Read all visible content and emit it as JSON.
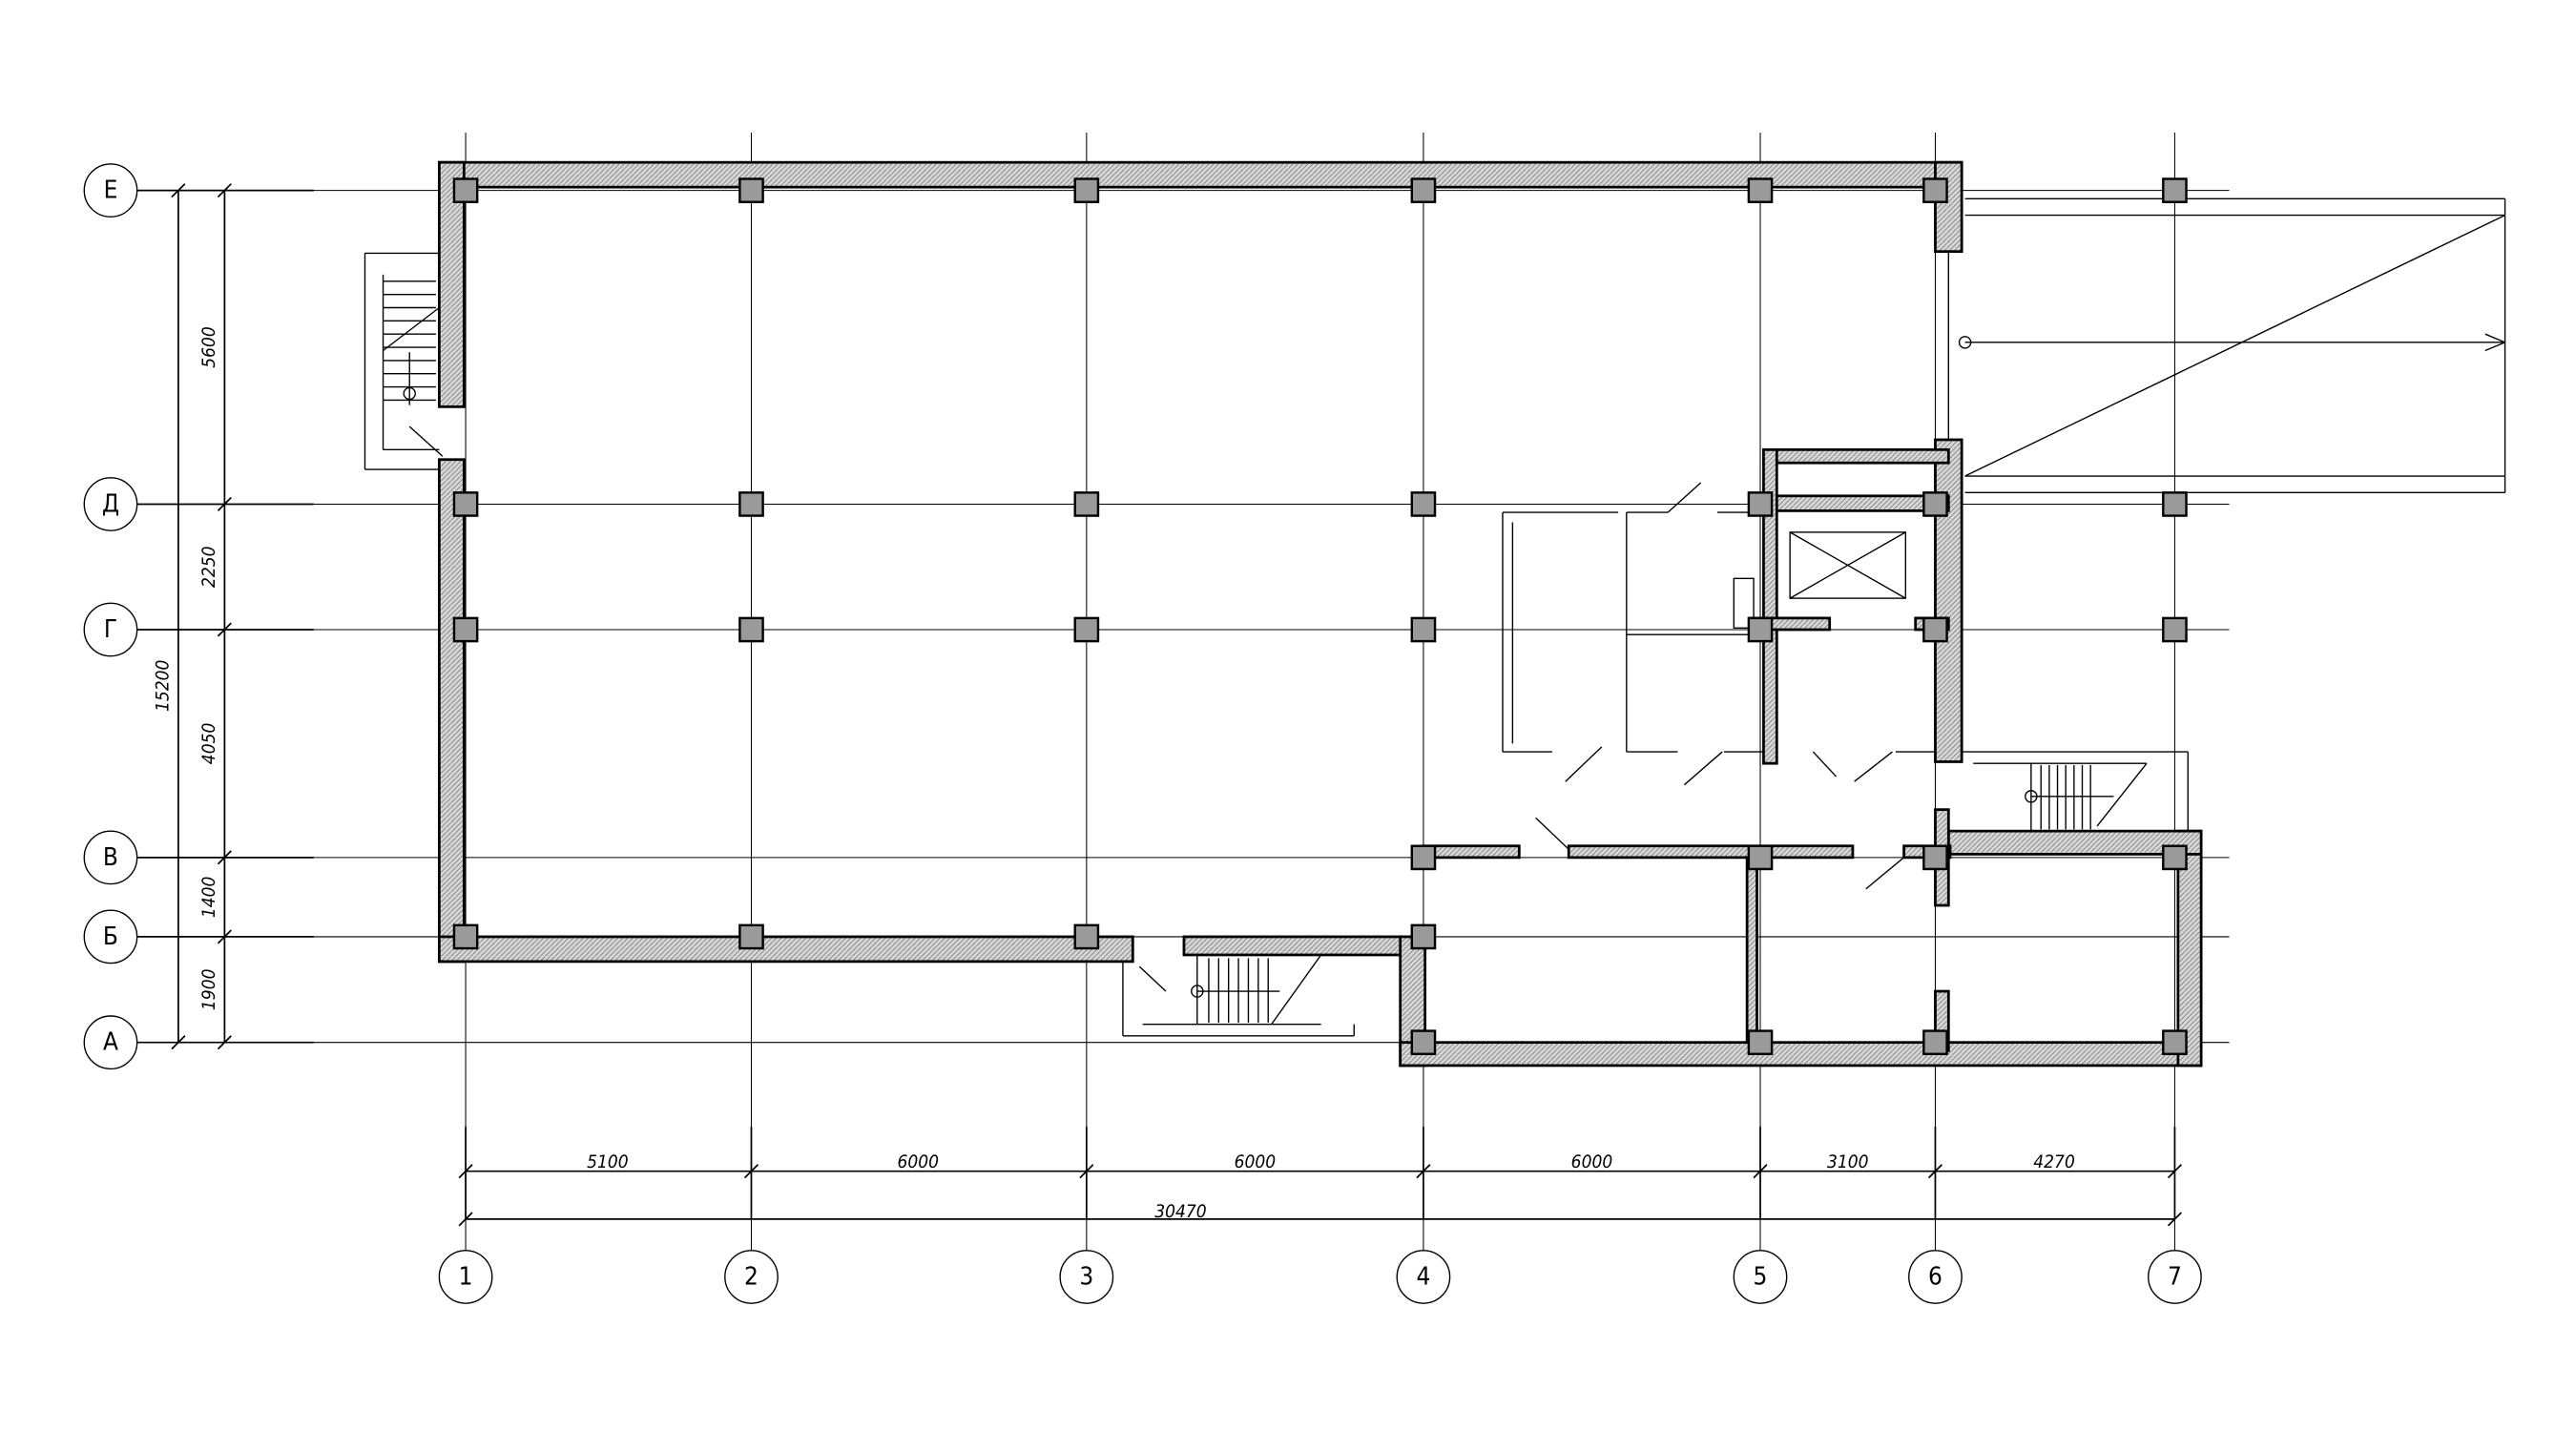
{
  "plan": {
    "row_axes": [
      {
        "label": "Е"
      },
      {
        "label": "Д"
      },
      {
        "label": "Г"
      },
      {
        "label": "В"
      },
      {
        "label": "Б"
      },
      {
        "label": "А"
      }
    ],
    "column_axes": [
      {
        "label": "1"
      },
      {
        "label": "2"
      },
      {
        "label": "3"
      },
      {
        "label": "4"
      },
      {
        "label": "5"
      },
      {
        "label": "6"
      },
      {
        "label": "7"
      }
    ],
    "vertical_dimensions": [
      "5600",
      "2250",
      "4050",
      "1400",
      "1900"
    ],
    "vertical_total": "15200",
    "horizontal_dimensions": [
      "5100",
      "6000",
      "6000",
      "6000",
      "3100",
      "4270"
    ],
    "horizontal_total": "30470"
  }
}
